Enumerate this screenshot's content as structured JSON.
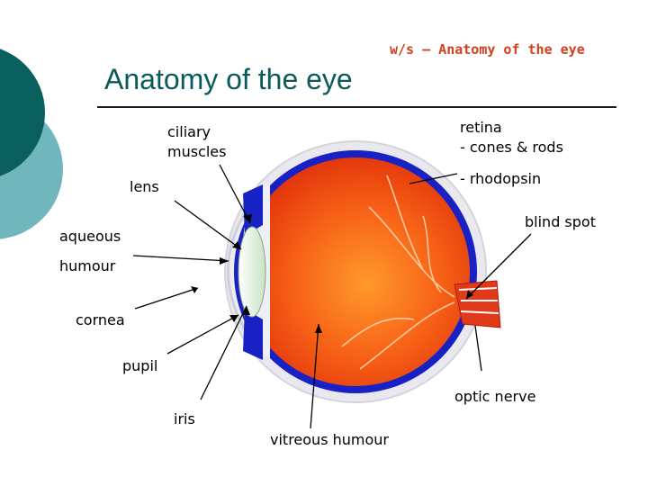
{
  "subtitle": "w/s – Anatomy of the eye",
  "title": "Anatomy of the eye",
  "labels": {
    "ciliary_muscles_1": "ciliary",
    "ciliary_muscles_2": "muscles",
    "retina_1": "retina",
    "retina_2": "- cones & rods",
    "rhodopsin": "- rhodopsin",
    "lens": "lens",
    "blind_spot": "blind spot",
    "aqueous_humour_1": "aqueous",
    "aqueous_humour_2": "humour",
    "cornea": "cornea",
    "pupil": "pupil",
    "optic_nerve": "optic nerve",
    "iris": "iris",
    "vitreous_humour": "vitreous humour"
  },
  "colors": {
    "teal_dark": "#0a5f5f",
    "teal_light": "#6fb6bd",
    "title": "#0a5a5a",
    "subtitle": "#d2401c",
    "eyeball": "#f2400c",
    "choroid": "#1020c0",
    "sclera": "#e6e6ec",
    "lens": "#d9ecd6"
  }
}
